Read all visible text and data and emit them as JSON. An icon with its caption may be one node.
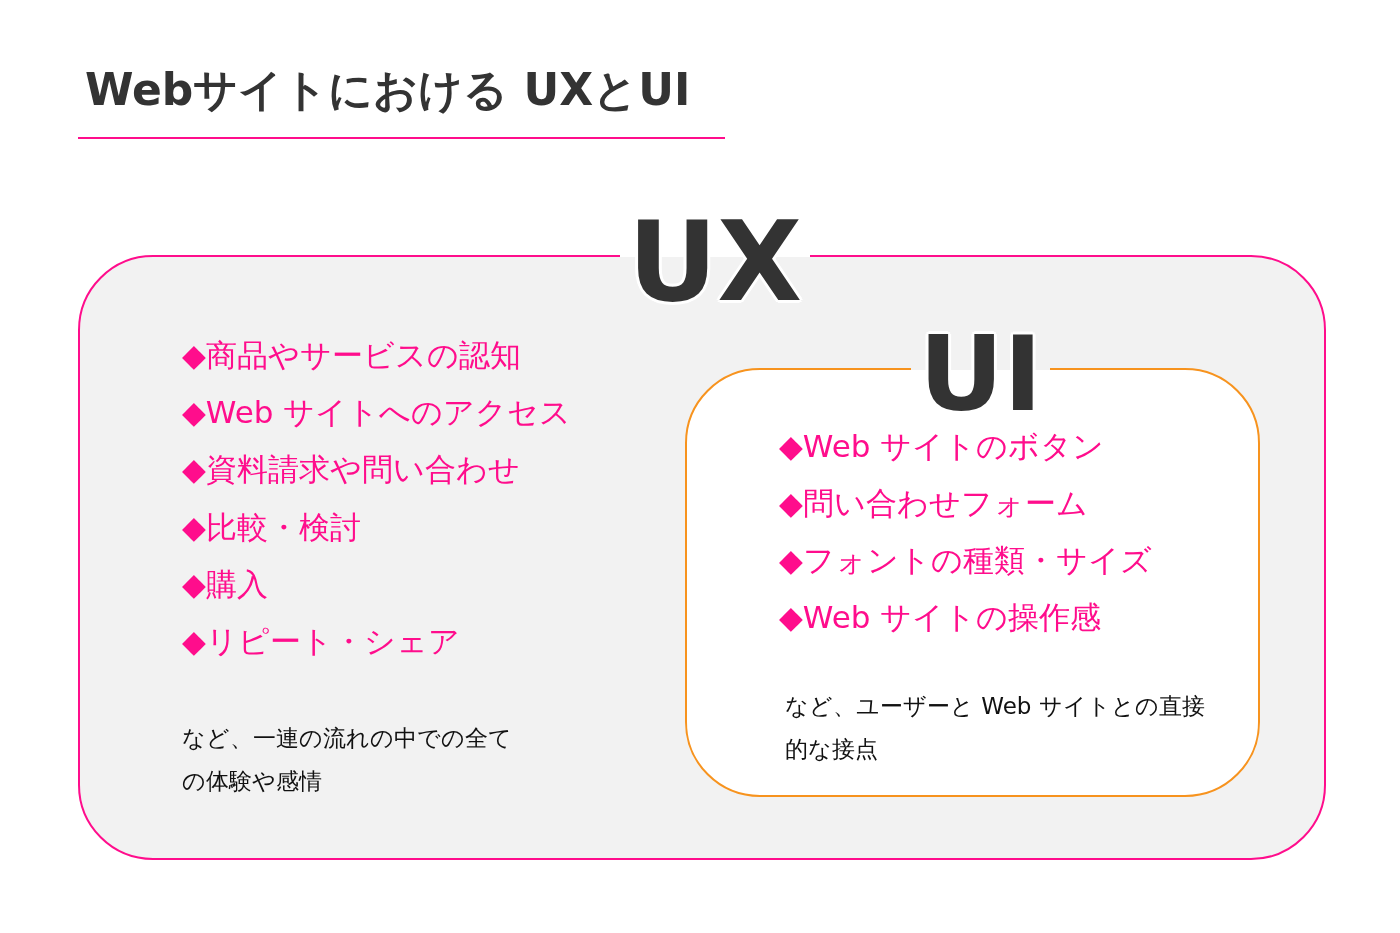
{
  "diagram": {
    "title": "Webサイトにおける UXとUI",
    "nodes": [
      {
        "text": [
          "UX",
          "◆商品やサービスの認知",
          "◆Web サイトへのアクセス",
          "◆資料請求や問い合わせ",
          "◆比較・検討",
          "◆購入",
          "◆リピート・シェア",
          "など、一連の流れの中での全ての体験や感情"
        ]
      },
      {
        "text": [
          "UI",
          "◆Web サイトのボタン",
          "◆問い合わせフォーム",
          "◆フォントの種類・サイズ",
          "◆Web サイトの操作感",
          "など、ユーザーと Web サイトとの直接的な接点"
        ],
        "in": 0
      }
    ],
    "edges": []
  }
}
